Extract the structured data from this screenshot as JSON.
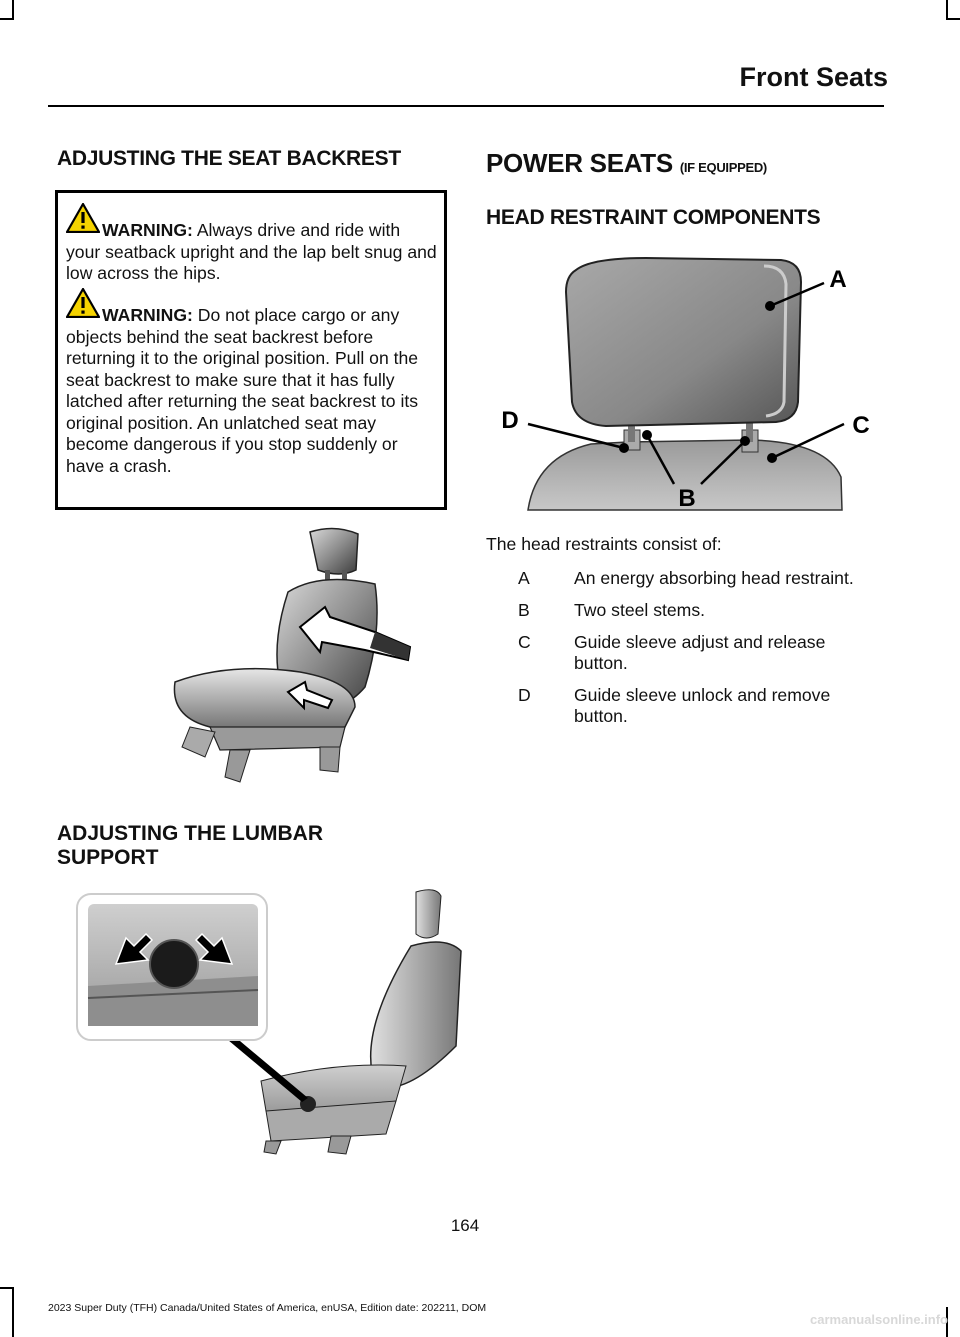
{
  "header": {
    "title": "Front Seats"
  },
  "left": {
    "heading_backrest": "ADJUSTING THE SEAT BACKREST",
    "warnings": [
      {
        "label": "WARNING:",
        "text": "Always drive and ride with your seatback upright and the lap belt snug and low across the hips."
      },
      {
        "label": "WARNING:",
        "text": "Do not place cargo or any objects behind the seat backrest before returning it to the original position. Pull on the seat backrest to make sure that it has fully latched after returning the seat backrest to its original position. An unlatched seat may become dangerous if you stop suddenly or have a crash."
      }
    ],
    "heading_lumbar": "ADJUSTING THE LUMBAR SUPPORT"
  },
  "right": {
    "heading_power": "POWER SEATS",
    "heading_power_note": "(IF EQUIPPED)",
    "heading_head": "HEAD RESTRAINT COMPONENTS",
    "callouts": {
      "a": "A",
      "b": "B",
      "c": "C",
      "d": "D"
    },
    "intro": "The head restraints consist of:",
    "legend": [
      {
        "key": "A",
        "text": "An energy absorbing head restraint."
      },
      {
        "key": "B",
        "text": "Two steel stems."
      },
      {
        "key": "C",
        "text": "Guide sleeve adjust and release button."
      },
      {
        "key": "D",
        "text": "Guide sleeve unlock and remove button."
      }
    ]
  },
  "page_number": "164",
  "footer": "2023 Super Duty (TFH) Canada/United States of America, enUSA, Edition date: 202211, DOM",
  "watermark": "carmanualsonline.info"
}
